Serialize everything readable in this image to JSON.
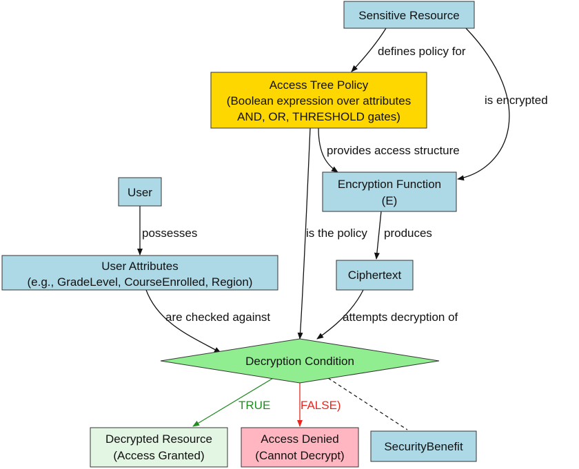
{
  "nodes": {
    "sensitive_resource": {
      "label": "Sensitive Resource",
      "fill": "#add8e6"
    },
    "access_tree_policy": {
      "line1": "Access Tree Policy",
      "line2": "(Boolean expression over attributes",
      "line3": "AND, OR, THRESHOLD gates)",
      "fill": "#ffd700"
    },
    "encryption_function": {
      "line1": "Encryption Function",
      "line2": "(E)",
      "fill": "#add8e6"
    },
    "user": {
      "label": "User",
      "fill": "#add8e6"
    },
    "user_attributes": {
      "line1": "User Attributes",
      "line2": "(e.g., GradeLevel, CourseEnrolled, Region)",
      "fill": "#add8e6"
    },
    "ciphertext": {
      "label": "Ciphertext",
      "fill": "#add8e6"
    },
    "decryption_condition": {
      "label": "Decryption Condition",
      "fill": "#90ee90"
    },
    "decrypted_resource": {
      "line1": "Decrypted Resource",
      "line2": "(Access Granted)",
      "fill": "#e3f5e3"
    },
    "access_denied": {
      "line1": "Access Denied",
      "line2": "(Cannot Decrypt)",
      "fill": "#ffb6c1"
    },
    "security_benefit": {
      "label": "SecurityBenefit",
      "fill": "#add8e6"
    }
  },
  "edges": {
    "defines_policy_for": "defines policy for",
    "is_encrypted": "is encrypted",
    "provides_access_structure": "provides access structure",
    "possesses": "possesses",
    "is_the_policy": "is the policy",
    "produces": "produces",
    "are_checked_against": "are checked against",
    "attempts_decryption_of": "attempts decryption of",
    "true_label": "TRUE",
    "false_label": "FALSE)"
  },
  "colors": {
    "true_edge": "#228b22",
    "false_edge": "#e8261e",
    "node_border": "#333333"
  }
}
